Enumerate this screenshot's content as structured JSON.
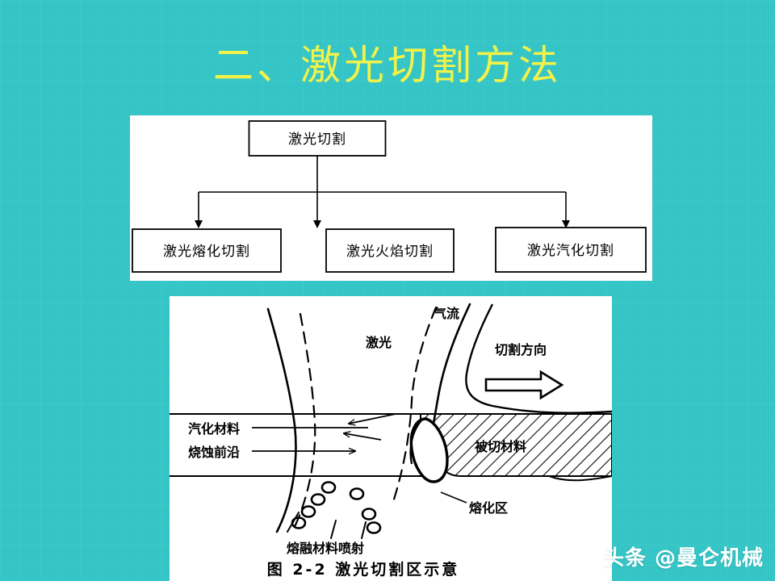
{
  "slide": {
    "title": "二、激光切割方法",
    "background_color": "#35c5c6",
    "title_color": "#f2f249"
  },
  "flowchart": {
    "root": {
      "label": "激光切割"
    },
    "children": [
      {
        "label": "激光熔化切割"
      },
      {
        "label": "激光火焰切割"
      },
      {
        "label": "激光汽化切割"
      }
    ]
  },
  "figure": {
    "caption": "图 2-2  激光切割区示意",
    "labels": {
      "gas_flow": "气流",
      "laser": "激光",
      "cut_direction": "切割方向",
      "vaporized_material": "汽化材料",
      "ablation_front": "烧蚀前沿",
      "cut_material": "被切材料",
      "melt_zone": "熔化区",
      "molten_ejection": "熔融材料喷射"
    }
  },
  "watermark": {
    "text": "头条 @曼仑机械"
  }
}
